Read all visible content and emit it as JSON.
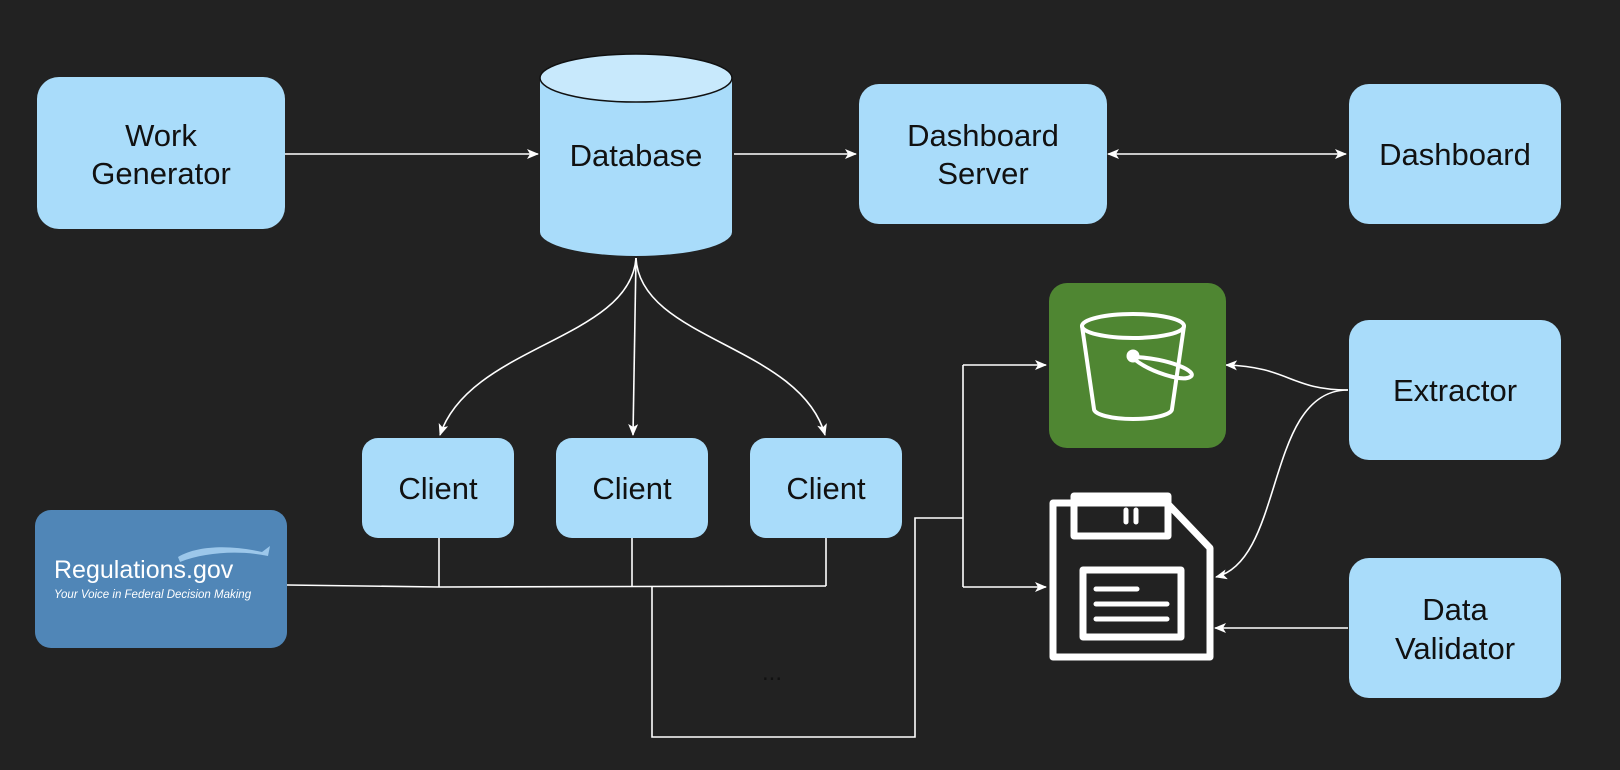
{
  "diagram": {
    "nodes": {
      "work_generator": {
        "lines": [
          "Work",
          "Generator"
        ]
      },
      "database": {
        "label": "Database"
      },
      "dashboard_server": {
        "lines": [
          "Dashboard",
          "Server"
        ]
      },
      "dashboard": {
        "label": "Dashboard"
      },
      "clients": [
        "Client",
        "Client",
        "Client"
      ],
      "extractor": {
        "label": "Extractor"
      },
      "data_validator": {
        "lines": [
          "Data",
          "Validator"
        ]
      },
      "regulations": {
        "title": "Regulations.gov",
        "tagline": "Your Voice in Federal Decision Making"
      },
      "ellipsis": "..."
    },
    "icons": {
      "bucket": "s3-bucket-icon",
      "storage": "floppy-disk-icon"
    },
    "colors": {
      "background": "#222222",
      "node_fill": "#a9dcfa",
      "line": "#ffffff",
      "bucket_bg": "#4f8632",
      "regulations_bg": "#5086b7"
    }
  }
}
